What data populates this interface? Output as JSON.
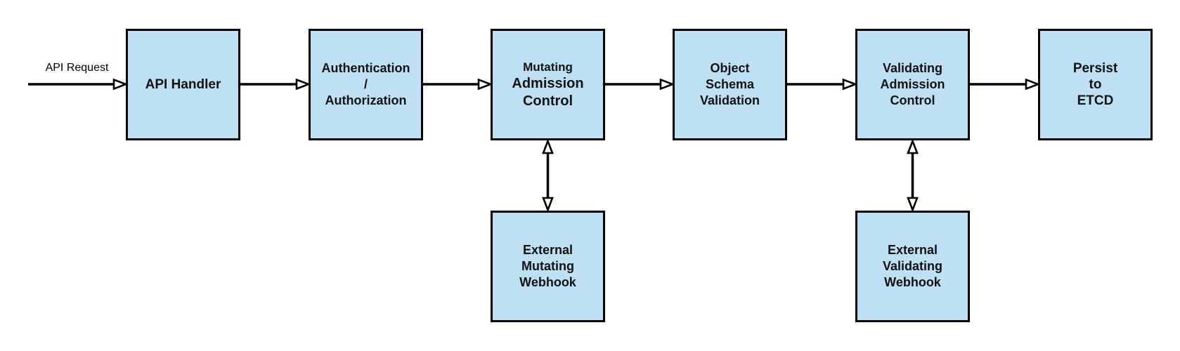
{
  "diagram": {
    "type": "flowchart",
    "background": "#ffffff",
    "node_fill": "#bee0f4",
    "node_border_color": "#000000",
    "text_color": "#111111",
    "arrow_color": "#000000",
    "edge_label": "API Request",
    "nodes": {
      "api_handler": {
        "lines": [
          "API Handler"
        ]
      },
      "authentication": {
        "lines": [
          "Authentication",
          "/",
          "Authorization"
        ]
      },
      "mutating_admission": {
        "lines": [
          "Mutating",
          "Admission",
          "Control"
        ]
      },
      "object_schema": {
        "lines": [
          "Object",
          "Schema",
          "Validation"
        ]
      },
      "validating_admission": {
        "lines": [
          "Validating",
          "Admission",
          "Control"
        ]
      },
      "persist_etcd": {
        "lines": [
          "Persist",
          "to",
          "ETCD"
        ]
      },
      "external_mutating": {
        "lines": [
          "External",
          "Mutating",
          "Webhook"
        ]
      },
      "external_validating": {
        "lines": [
          "External",
          "Validating",
          "Webhook"
        ]
      }
    }
  }
}
